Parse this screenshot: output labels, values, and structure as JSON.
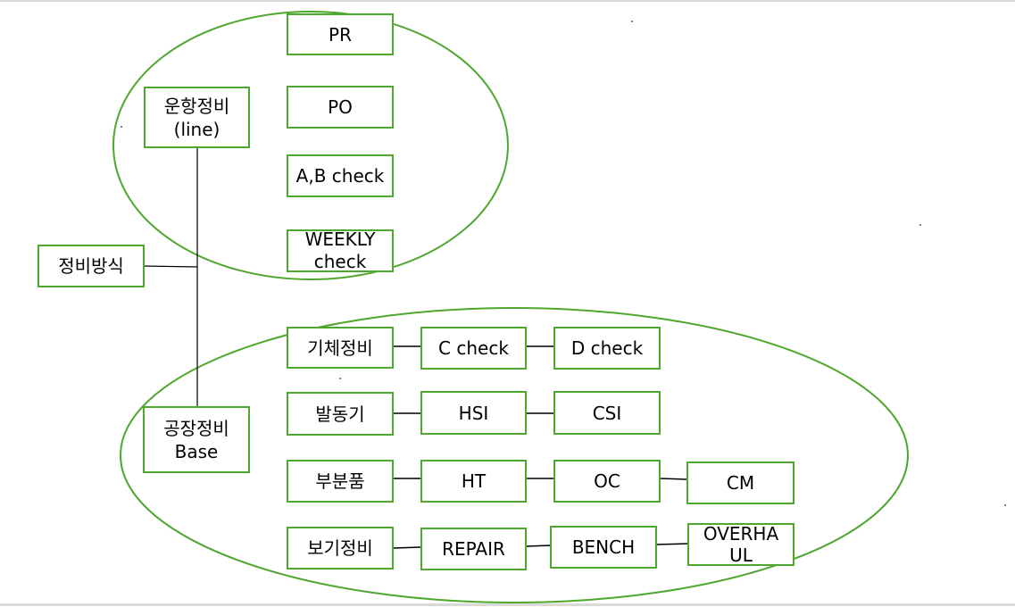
{
  "diagram": {
    "root": "정비방식",
    "line_group": {
      "title": "운항정비\n(line)",
      "items": [
        "PR",
        "PO",
        "A,B check",
        "WEEKLY\ncheck"
      ]
    },
    "base_group": {
      "title": "공장정비\nBase",
      "rows": [
        {
          "category": "기체정비",
          "steps": [
            "C check",
            "D check"
          ]
        },
        {
          "category": "발동기",
          "steps": [
            "HSI",
            "CSI"
          ]
        },
        {
          "category": "부분품",
          "steps": [
            "HT",
            "OC",
            "CM"
          ]
        },
        {
          "category": "보기정비",
          "steps": [
            "REPAIR",
            "BENCH",
            "OVERHA\nUL"
          ]
        }
      ]
    }
  },
  "colors": {
    "outline": "#4ea72e",
    "connector": "#000000"
  }
}
